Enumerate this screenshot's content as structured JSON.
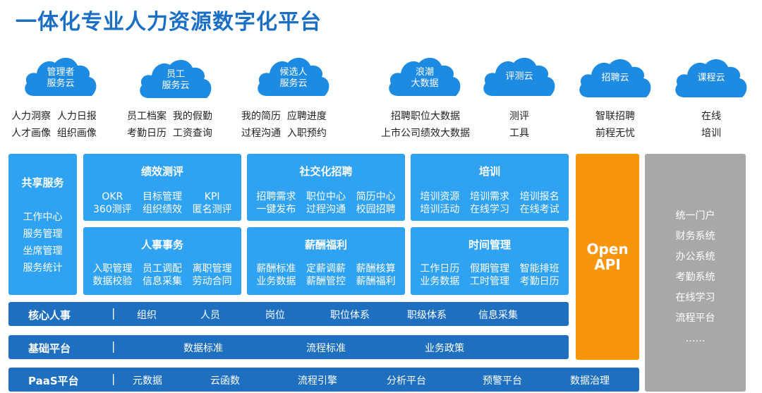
{
  "title": "一体化专业人力资源数字化平台",
  "clouds": [
    {
      "name": "管理者服务云",
      "lines": [
        "管理者",
        "服务云"
      ]
    },
    {
      "name": "员工服务云",
      "lines": [
        "员工",
        "服务云"
      ]
    },
    {
      "name": "候选人服务云",
      "lines": [
        "候选人",
        "服务云"
      ]
    },
    {
      "name": "浪潮大数据",
      "lines": [
        "浪潮",
        "大数据"
      ]
    },
    {
      "name": "评测云",
      "lines": [
        "评测云"
      ]
    },
    {
      "name": "招聘云",
      "lines": [
        "招聘云"
      ]
    },
    {
      "name": "课程云",
      "lines": [
        "课程云"
      ]
    }
  ],
  "services": {
    "manager": [
      "人力洞察",
      "人力日报",
      "人才画像",
      "组织画像"
    ],
    "employee": [
      "员工档案",
      "我的假勤",
      "考勤日历",
      "工资查询"
    ],
    "candidate": [
      "我的简历",
      "应聘进度",
      "过程沟通",
      "入职预约"
    ],
    "bigdata": [
      "招聘职位大数据",
      "上市公司绩效大数据"
    ],
    "eval": [
      "测评",
      "工具"
    ],
    "recruit": [
      "智联招聘",
      "前程无忧"
    ],
    "course": [
      "在线",
      "培训"
    ]
  },
  "shared": {
    "title": "共享服务",
    "items": [
      "工作中心",
      "服务管理",
      "坐席管理",
      "服务统计"
    ]
  },
  "modules": [
    {
      "title": "绩效测评",
      "items": [
        "OKR",
        "目标管理",
        "KPI",
        "360测评",
        "组织绩效",
        "匿名测评"
      ]
    },
    {
      "title": "社交化招聘",
      "items": [
        "招聘需求",
        "职位中心",
        "简历中心",
        "一键发布",
        "过程沟通",
        "校园招聘"
      ]
    },
    {
      "title": "培训",
      "items": [
        "培训资源",
        "培训需求",
        "培训报名",
        "培训活动",
        "在线学习",
        "在线考试"
      ]
    },
    {
      "title": "人事事务",
      "items": [
        "入职管理",
        "员工调配",
        "离职管理",
        "数据校验",
        "信息采集",
        "劳动合同"
      ]
    },
    {
      "title": "薪酬福利",
      "items": [
        "薪酬标准",
        "定薪调薪",
        "薪酬核算",
        "业务数据",
        "薪酬管控",
        "薪酬福利"
      ]
    },
    {
      "title": "时间管理",
      "items": [
        "工作日历",
        "假期管理",
        "智能排班",
        "业务数据",
        "工时管理",
        "考勤日历"
      ]
    }
  ],
  "bars": [
    {
      "name": "核心人事",
      "items": [
        "组织",
        "人员",
        "岗位",
        "职位体系",
        "职级体系",
        "信息采集"
      ]
    },
    {
      "name": "基础平台",
      "items": [
        "数据标准",
        "流程标准",
        "业务政策"
      ]
    },
    {
      "name": "PaaS平台",
      "items": [
        "元数据",
        "云函数",
        "流程引擎",
        "分析平台",
        "预警平台",
        "数据治理"
      ]
    }
  ],
  "separator": "|",
  "openapi": {
    "lines": [
      "Open",
      "API"
    ]
  },
  "external": [
    "统一门户",
    "财务系统",
    "办公系统",
    "考勤系统",
    "在线学习",
    "流程平台",
    "……"
  ],
  "colors": {
    "blue": "#1e8be3",
    "light_blue": "#2fa2f2",
    "dark_blue": "#1e6fc0",
    "orange": "#f7960b",
    "gray": "#a8a8a8",
    "title": "#1a6fc4"
  }
}
